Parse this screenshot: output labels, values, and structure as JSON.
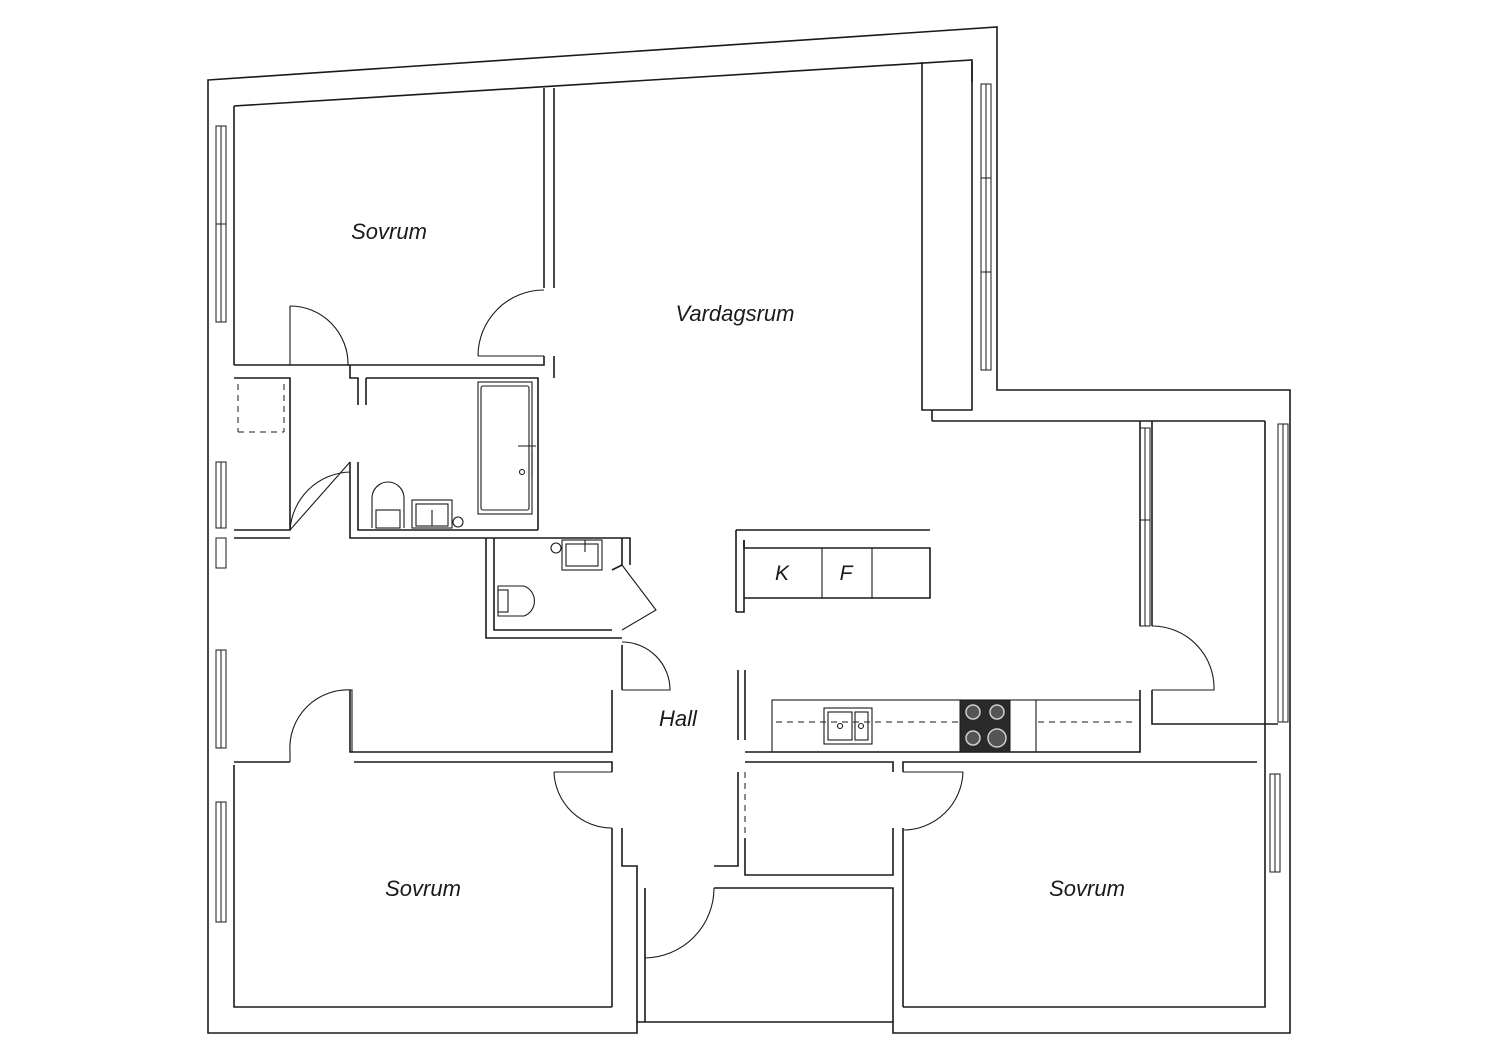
{
  "rooms": {
    "sovrum_nw": "Sovrum",
    "vardagsrum": "Vardagsrum",
    "hall": "Hall",
    "sovrum_sw": "Sovrum",
    "sovrum_se": "Sovrum"
  },
  "appliances": {
    "k": "K",
    "f": "F"
  }
}
